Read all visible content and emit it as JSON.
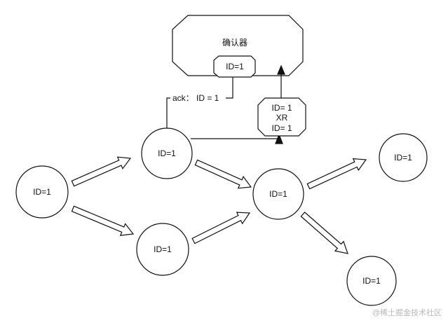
{
  "confirmer": {
    "title": "确认器",
    "inner_label": "ID=1"
  },
  "ack_label": "ack： ID = 1",
  "xr_packet": {
    "line1": "ID= 1",
    "line2": "XR",
    "line3": "ID= 1"
  },
  "nodes": {
    "left": "ID=1",
    "upper": "ID=1",
    "lower": "ID=1",
    "middle": "ID=1",
    "upper_right": "ID=1",
    "lower_right": "ID=1"
  },
  "watermark": "@稀土掘金技术社区",
  "colors": {
    "stroke": "#111111",
    "fill": "#ffffff",
    "watermark": "#b8b8b8"
  }
}
